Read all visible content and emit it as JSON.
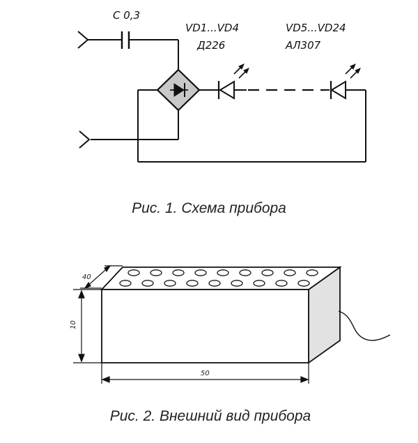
{
  "figure1": {
    "capacitor_label": "C 0,3",
    "bridge_ref": "VD1...VD4",
    "bridge_type": "Д226",
    "led_ref": "VD5...VD24",
    "led_type": "АЛ307",
    "caption": "Рис. 1. Схема прибора"
  },
  "figure2": {
    "dim_depth": "40",
    "dim_height": "10",
    "dim_length": "50",
    "hole_rows": 2,
    "holes_per_row": 9,
    "caption": "Рис. 2. Внешний вид прибора"
  },
  "colors": {
    "ink": "#111111",
    "shade": "#c8c8c8"
  }
}
